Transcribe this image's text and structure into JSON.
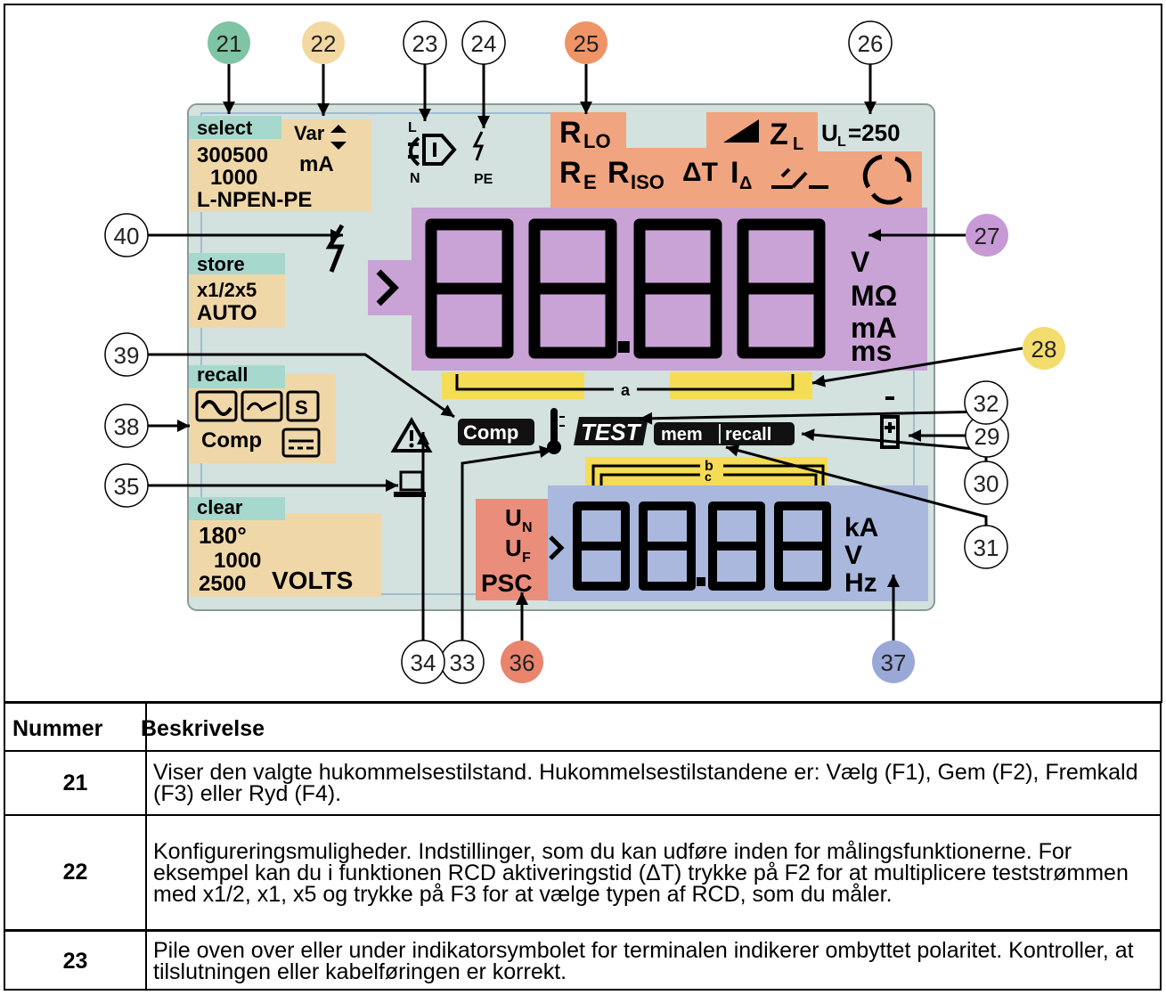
{
  "colors": {
    "lcd_bg": "#d3e1df",
    "tan": "#f0d7a8",
    "teal": "#a7d8cd",
    "salmon": "#f0a47f",
    "purple": "#c9a3d6",
    "yellow": "#f5dc55",
    "blue": "#a9b8dc",
    "pink": "#ea8e7b",
    "circle_green": "#7fc4a3",
    "circle_tan": "#f3d8a2",
    "circle_orange": "#ee9466",
    "circle_purple": "#c79ad6",
    "circle_yellow": "#f2dd6e",
    "circle_red": "#e9846d",
    "circle_blue": "#9aa8d8"
  },
  "callouts": [
    "21",
    "22",
    "23",
    "24",
    "25",
    "26",
    "27",
    "28",
    "29",
    "30",
    "31",
    "32",
    "33",
    "34",
    "35",
    "36",
    "37",
    "38",
    "39",
    "40"
  ],
  "lcd": {
    "select": "select",
    "var": "Var",
    "sel_300500": "300500",
    "sel_ma": "mA",
    "sel_1000": "1000",
    "sel_lnpen": "L-NPEN-PE",
    "plug_l": "L",
    "plug_n": "N",
    "pe": "PE",
    "r_main": "R",
    "r_lo_sub": "LO",
    "r_e_sub": "E",
    "r_iso_sub": "ISO",
    "delta_t": "ΔT",
    "i_main": "I",
    "i_delta_sub": "Δ",
    "z_main": "Z",
    "z_sub": "L",
    "ul_main": "U",
    "ul_sub": "L",
    "ul_val": "=250",
    "store": "store",
    "store_x": "x1/2x5",
    "store_auto": "AUTO",
    "unit_v": "V",
    "unit_mohm": "MΩ",
    "unit_ma": "mA",
    "unit_ms": "ms",
    "label_a": "a",
    "label_b": "b",
    "label_c": "c",
    "recall": "recall",
    "ac_s": "S",
    "comp_label": "Comp",
    "comp_badge": "Comp",
    "test_badge": "TEST",
    "mem": "mem",
    "recall_badge": "recall",
    "clear": "clear",
    "clear_180": "180°",
    "clear_1000": "1000",
    "clear_2500": "2500",
    "clear_volts": "VOLTS",
    "un_main": "U",
    "un_sub": "N",
    "uf_main": "U",
    "uf_sub": "F",
    "psc": "PSC",
    "unit_ka": "kA",
    "unit_v2": "V",
    "unit_hz": "Hz"
  },
  "table": {
    "header_num": "Nummer",
    "header_desc": "Beskrivelse",
    "rows": [
      {
        "num": "21",
        "desc": "Viser den valgte hukommelsestilstand. Hukommelsestilstandene er: Vælg (F1), Gem (F2), Fremkald (F3) eller Ryd (F4)."
      },
      {
        "num": "22",
        "desc": "Konfigureringsmuligheder. Indstillinger, som du kan udføre inden for målingsfunktionerne. For eksempel kan du i funktionen RCD aktiveringstid (ΔT) trykke på F2 for at multiplicere teststrømmen med x1/2, x1, x5 og trykke på F3 for at vælge typen af RCD, som du måler."
      },
      {
        "num": "23",
        "desc": "Pile oven over eller under indikatorsymbolet for terminalen indikerer ombyttet polaritet. Kontroller, at tilslutningen eller kabelføringen er korrekt."
      }
    ]
  }
}
